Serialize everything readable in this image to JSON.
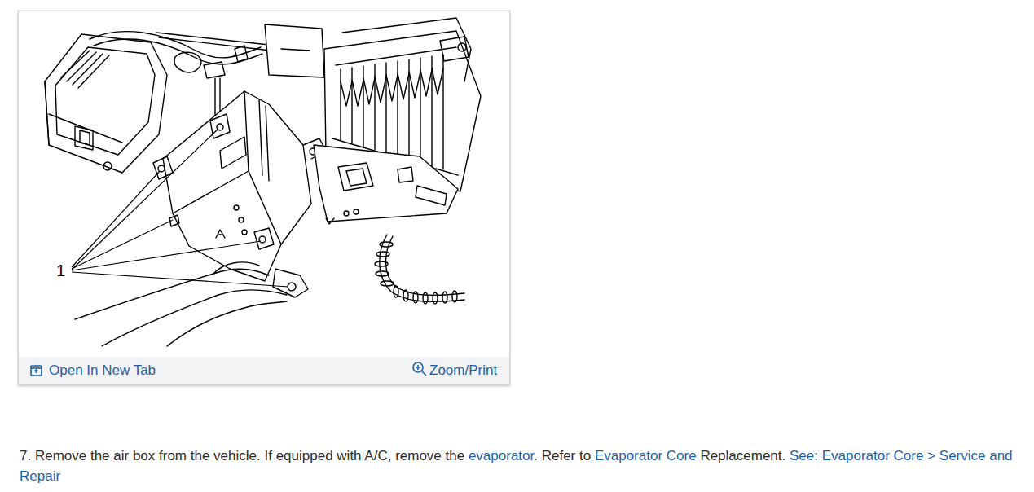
{
  "diagram": {
    "labels": [
      "1",
      "Open In New Tab",
      "Zoom/Print",
      "7. Remove the air box from the vehicle. If equipped with A/C, remove the",
      "evaporator",
      ". Refer to",
      "Evaporator Core",
      "Replacement.",
      "See: Evaporator Core > Service and Repair"
    ]
  }
}
